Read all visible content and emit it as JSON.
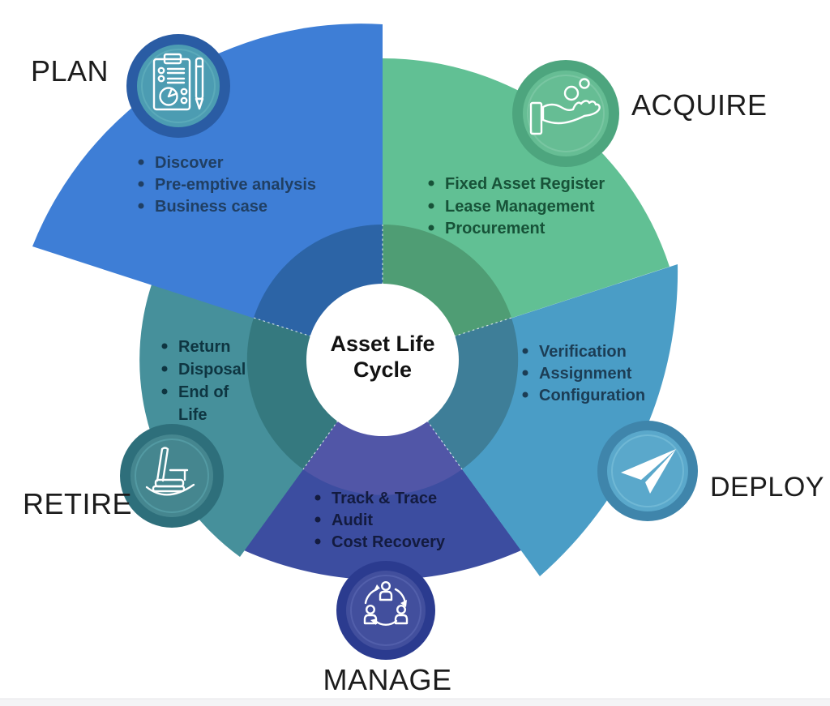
{
  "diagram_title": "Asset Life Cycle",
  "center": {
    "line1": "Asset Life",
    "line2": "Cycle",
    "bg_color": "#ffffff",
    "text_color": "#121212"
  },
  "phases": [
    {
      "id": "plan",
      "label": "PLAN",
      "icon": "checklist-clipboard-icon",
      "colors": {
        "wedge": "#3e7ed6",
        "ring": "#2c64a6",
        "icon_ring": "#2a5ca4",
        "icon_fill": "#4c9cb2",
        "icon_inner_stroke": "#63b1bd",
        "text": "#203f63"
      },
      "lines": [
        {
          "text": "Discover",
          "bullet": true
        },
        {
          "text": "Pre-emptive analysis",
          "bullet": true
        },
        {
          "text": "Business case",
          "bullet": true
        }
      ]
    },
    {
      "id": "acquire",
      "label": "ACQUIRE",
      "icon": "hand-coins-icon",
      "colors": {
        "wedge": "#61c094",
        "ring": "#4f9d74",
        "icon_ring": "#4da57e",
        "icon_fill": "#66bd94",
        "icon_inner_stroke": "#82cba8",
        "text": "#175238"
      },
      "lines": [
        {
          "text": "Fixed Asset Register",
          "bullet": true
        },
        {
          "text": "Lease Management",
          "bullet": true
        },
        {
          "text": "Procurement",
          "bullet": true
        }
      ]
    },
    {
      "id": "deploy",
      "label": "DEPLOY",
      "icon": "paper-plane-icon",
      "colors": {
        "wedge": "#4a9dc6",
        "ring": "#3e7e98",
        "icon_ring": "#3f85ab",
        "icon_fill": "#5aa8cb",
        "icon_inner_stroke": "#79bfd9",
        "text": "#1c3d55"
      },
      "lines": [
        {
          "text": "Verification",
          "bullet": true
        },
        {
          "text": "Assignment",
          "bullet": true
        },
        {
          "text": "Configuration",
          "bullet": true
        }
      ]
    },
    {
      "id": "manage",
      "label": "MANAGE",
      "icon": "team-cycle-icon",
      "colors": {
        "wedge": "#3c4da0",
        "ring": "#5156a7",
        "icon_ring": "#2b3b8f",
        "icon_fill": "#424f9d",
        "icon_inner_stroke": "#5a67b0",
        "text": "#131b3f"
      },
      "lines": [
        {
          "text": "Track & Trace",
          "bullet": true
        },
        {
          "text": "Audit",
          "bullet": true
        },
        {
          "text": "Cost Recovery",
          "bullet": true
        }
      ]
    },
    {
      "id": "retire",
      "label": "RETIRE",
      "icon": "rocking-chair-icon",
      "colors": {
        "wedge": "#46909b",
        "ring": "#35797f",
        "icon_ring": "#2e6f7b",
        "icon_fill": "#45868f",
        "icon_inner_stroke": "#5aa2ab",
        "text": "#0e3541"
      },
      "lines": [
        {
          "text": "Return",
          "bullet": true
        },
        {
          "text": "Disposal",
          "bullet": true
        },
        {
          "text": "End of",
          "bullet": true
        },
        {
          "text": "Life",
          "bullet": false
        }
      ]
    }
  ]
}
